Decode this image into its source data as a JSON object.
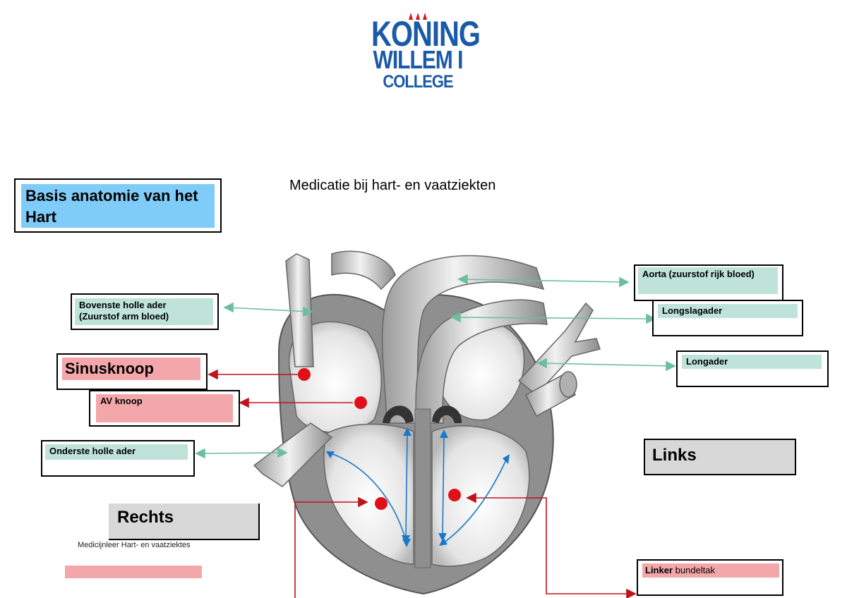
{
  "logo": {
    "line1": "KONING",
    "line2": "WILLEM I",
    "line3": "COLLEGE",
    "color": "#1a5aa8"
  },
  "title": "Medicatie bij hart- en vaatziekten",
  "section_title": "Basis anatomie van het Hart",
  "labels": {
    "bovenste_holle_ader": "Bovenste holle ader (Zuurstof arm bloed)",
    "sinusknoop": "Sinusknoop",
    "av_knoop": "AV knoop",
    "onderste_holle_ader": "Onderste holle ader",
    "rechts": "Rechts",
    "aorta": "Aorta (zuurstof rijk bloed)",
    "longslagader": "Longslagader",
    "longader": "Longader",
    "links": "Links",
    "linker_bundeltak_bold": "Linker",
    "linker_bundeltak_rest": " bundeltak"
  },
  "footer_note": "Medicijnleer Hart- en vaatziektes",
  "colors": {
    "green_label": "#bfe3d8",
    "pink_label": "#f4a7ab",
    "grey_label": "#d8d8d8",
    "blue_label": "#80ccf8",
    "green_arrow": "#6dbf9c",
    "red_arrow": "#c0141c",
    "blue_arrow": "#1a78c8",
    "node_red": "#e0101a"
  }
}
